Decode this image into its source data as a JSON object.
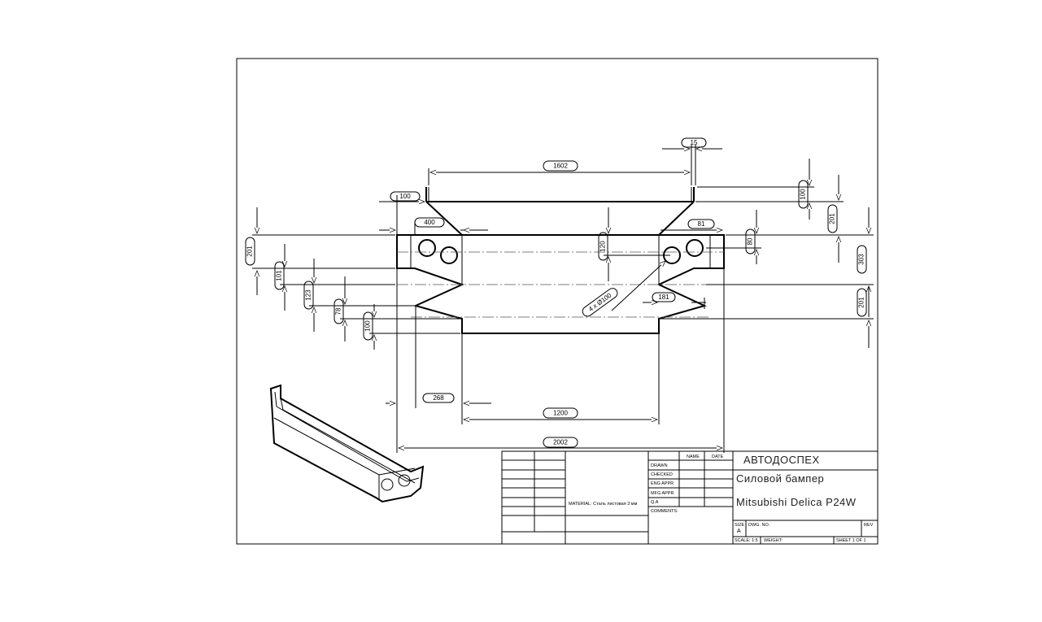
{
  "dimensions": {
    "d1602": "1602",
    "d15": "15",
    "d100_top": "100",
    "d400": "400",
    "d81": "81",
    "d201_left": "201",
    "d101": "101",
    "d123": "123",
    "d78": "78",
    "d100_left": "100",
    "d120": "120",
    "d100_right": "100",
    "d201_right_top": "201",
    "d80": "80",
    "d303": "303",
    "d201_right_bottom": "201",
    "d181": "181",
    "d268": "268",
    "d1200": "1200",
    "d2002": "2002",
    "hole_callout": "4 x Ø100"
  },
  "title_block": {
    "company": "АВТОДОСПЕХ",
    "part_name": "Силовой бампер",
    "vehicle": "Mitsubishi Delica P24W",
    "col_name": "NAME",
    "col_date": "DATE",
    "row_drawn": "DRAWN",
    "row_checked": "CHECKED",
    "row_eng_appr": "ENG APPR",
    "row_mfg_appr": "MFG APPR",
    "row_qa": "Q.A",
    "row_comments": "COMMENTS:",
    "material": "MATERIAL: Сталь листовая 3 мм",
    "size_label": "SIZE",
    "size_value": "A",
    "dwg_no": "DWG. NO.",
    "rev": "REV",
    "scale": "SCALE: 1:5",
    "weight": "WEIGHT:",
    "sheet": "SHEET 1 OF 1"
  }
}
